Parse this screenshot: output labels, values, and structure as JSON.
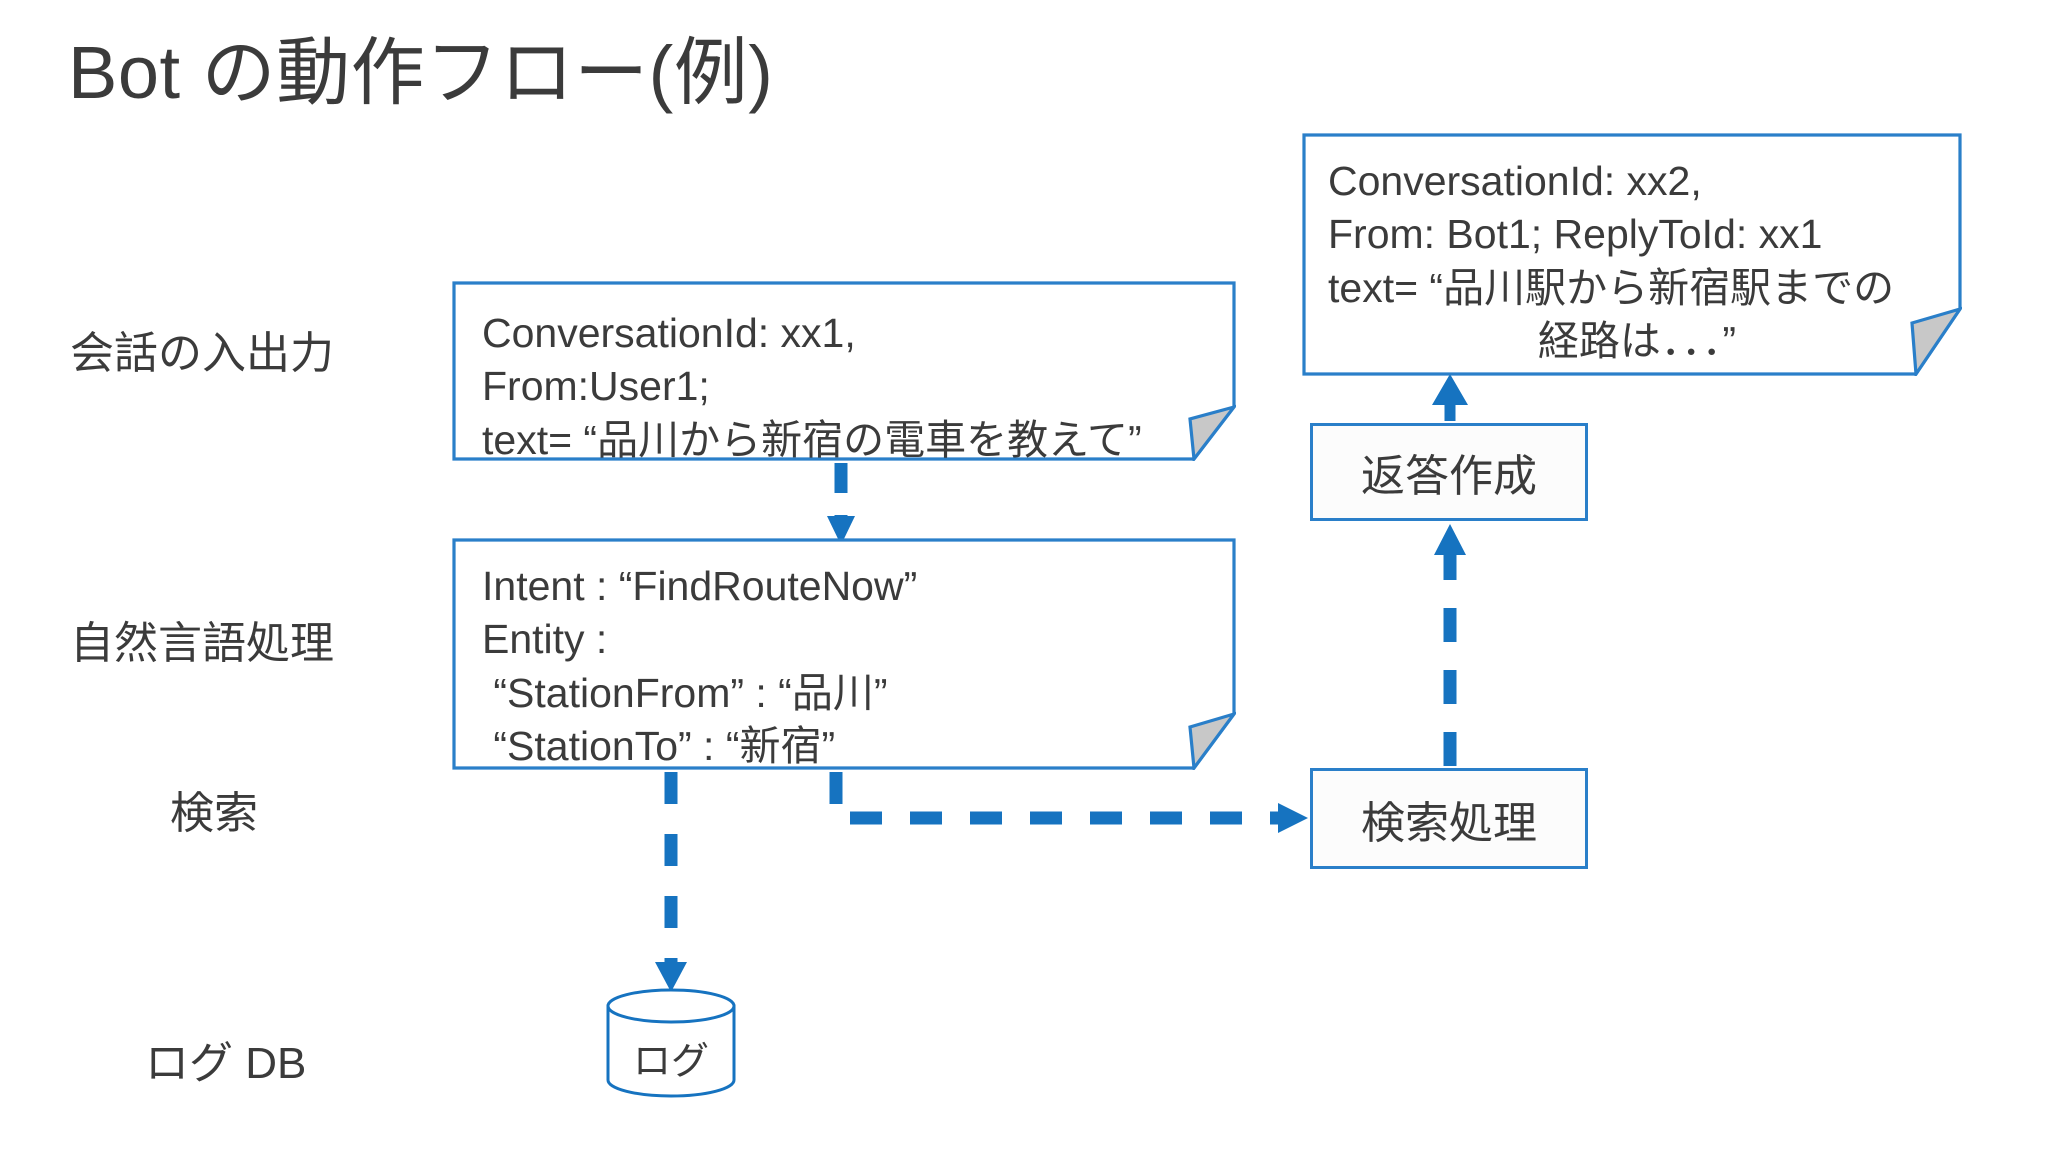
{
  "slide": {
    "title": "Bot の動作フロー(例)",
    "background_color": "#ffffff",
    "accent_color": "#2a7fc9",
    "arrow_color": "#1673c0",
    "text_color": "#3b3b3b",
    "fold_fill_color": "#c8c8c8"
  },
  "row_labels": [
    {
      "id": "conversation-io",
      "text": "会話の入出力"
    },
    {
      "id": "natural-language-processing",
      "text": "自然言語処理"
    },
    {
      "id": "search",
      "text": "検索"
    },
    {
      "id": "log-db",
      "text": "ログ DB"
    }
  ],
  "notes": {
    "user_message": {
      "name": "user-message-note",
      "lines": [
        "ConversationId: xx1,",
        "From:User1;",
        "text= “品川から新宿の電車を教えて”"
      ]
    },
    "nlu_result": {
      "name": "nlu-result-note",
      "lines": [
        "Intent : “FindRouteNow”",
        "Entity :",
        " “StationFrom” : “品川”",
        " “StationTo” : “新宿”"
      ]
    },
    "bot_reply": {
      "name": "bot-reply-note",
      "lines": [
        "ConversationId: xx2,",
        "From: Bot1; ReplyToId: xx1",
        "text= “品川駅から新宿駅までの"
      ],
      "centered_line": "経路は．．．”"
    }
  },
  "boxes": {
    "reply_builder": {
      "label": "返答作成"
    },
    "search_handler": {
      "label": "検索処理"
    }
  },
  "database": {
    "log": {
      "label": "ログ"
    }
  },
  "connectors": [
    {
      "id": "user-note-to-nlu",
      "style": "dashed",
      "direction": "down"
    },
    {
      "id": "nlu-to-log-db",
      "style": "dashed",
      "direction": "down"
    },
    {
      "id": "nlu-to-search-handler",
      "style": "dashed",
      "direction": "right-elbow"
    },
    {
      "id": "search-handler-to-reply-builder",
      "style": "dashed",
      "direction": "up"
    },
    {
      "id": "reply-builder-to-bot-note",
      "style": "solid",
      "direction": "up"
    }
  ]
}
